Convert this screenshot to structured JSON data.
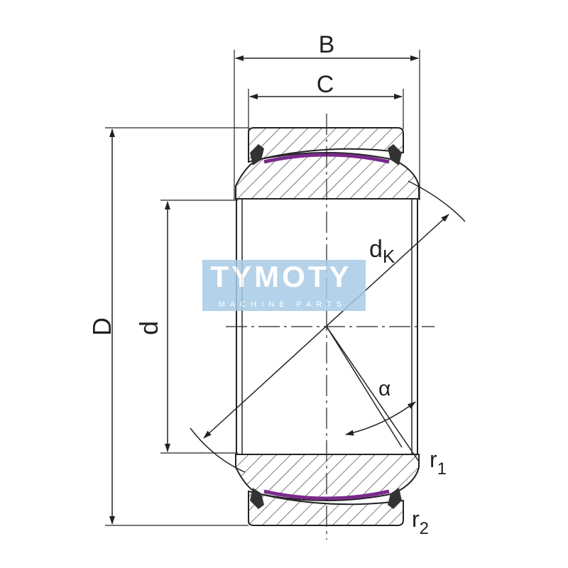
{
  "dimensions": {
    "B": "B",
    "C": "C",
    "D": "D",
    "d": "d",
    "dk_main": "d",
    "dk_sub": "K",
    "alpha": "α",
    "r1_main": "r",
    "r1_sub": "1",
    "r2_main": "r",
    "r2_sub": "2"
  },
  "watermark": {
    "brand": "TYMOTY",
    "tagline": "MACHINE PARTS"
  },
  "colors": {
    "line": "#222222",
    "sliding_layer": "#7a2a8c",
    "watermark_bg": "#a8cbe6"
  }
}
